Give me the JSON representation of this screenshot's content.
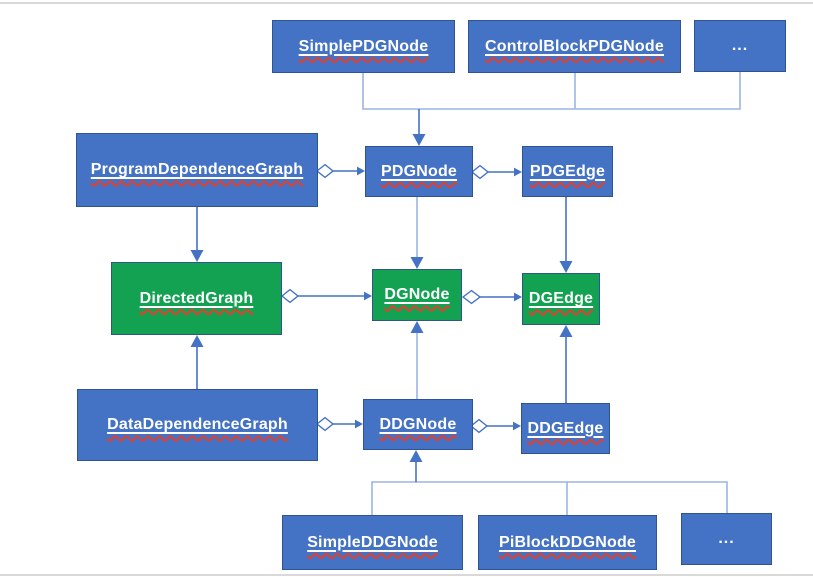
{
  "diagram": {
    "description": "Class diagram of dependence-graph classes",
    "colors": {
      "box_blue": "#4472C4",
      "box_green": "#13A152",
      "box_border": "#2F548F",
      "connector_blue": "#4472C4",
      "connector_light_blue": "#9DB4E2",
      "label_text": "#FFFFFF",
      "spellcheck_squiggle_red": "#E0402F",
      "page_edge_gray": "#D9D9D9"
    },
    "nodes": {
      "simple_pdg": {
        "label": "SimplePDGNode",
        "color": "blue"
      },
      "control_block_pdg": {
        "label": "ControlBlockPDGNode",
        "color": "blue"
      },
      "top_ellipsis": {
        "label": "...",
        "color": "blue"
      },
      "pdg_graph": {
        "label": "ProgramDependenceGraph",
        "color": "blue"
      },
      "pdg_node": {
        "label": "PDGNode",
        "color": "blue"
      },
      "pdg_edge": {
        "label": "PDGEdge",
        "color": "blue"
      },
      "directed_graph": {
        "label": "DirectedGraph",
        "color": "green"
      },
      "dg_node": {
        "label": "DGNode",
        "color": "green"
      },
      "dg_edge": {
        "label": "DGEdge",
        "color": "green"
      },
      "ddg_graph": {
        "label": "DataDependenceGraph",
        "color": "blue"
      },
      "ddg_node": {
        "label": "DDGNode",
        "color": "blue"
      },
      "ddg_edge": {
        "label": "DDGEdge",
        "color": "blue"
      },
      "simple_ddg": {
        "label": "SimpleDDGNode",
        "color": "blue"
      },
      "pi_block_ddg": {
        "label": "PiBlockDDGNode",
        "color": "blue"
      },
      "bottom_ellipsis": {
        "label": "...",
        "color": "blue"
      }
    },
    "edges": [
      {
        "from": "SimplePDGNode",
        "to": "PDGNode",
        "kind": "generalization-arrow"
      },
      {
        "from": "ControlBlockPDGNode",
        "to": "PDGNode",
        "kind": "generalization-arrow"
      },
      {
        "from": "... (top)",
        "to": "PDGNode",
        "kind": "generalization-arrow"
      },
      {
        "from": "ProgramDependenceGraph",
        "to": "PDGNode",
        "kind": "aggregation-diamond-arrow"
      },
      {
        "from": "PDGNode",
        "to": "PDGEdge",
        "kind": "aggregation-diamond-arrow"
      },
      {
        "from": "ProgramDependenceGraph",
        "to": "DirectedGraph",
        "kind": "arrow-down"
      },
      {
        "from": "PDGNode",
        "to": "DGNode",
        "kind": "arrow-down"
      },
      {
        "from": "PDGEdge",
        "to": "DGEdge",
        "kind": "arrow-down"
      },
      {
        "from": "DirectedGraph",
        "to": "DGNode",
        "kind": "aggregation-diamond-arrow"
      },
      {
        "from": "DGNode",
        "to": "DGEdge",
        "kind": "aggregation-diamond-arrow"
      },
      {
        "from": "DataDependenceGraph",
        "to": "DirectedGraph",
        "kind": "arrow-up"
      },
      {
        "from": "DDGNode",
        "to": "DGNode",
        "kind": "arrow-up"
      },
      {
        "from": "DDGEdge",
        "to": "DGEdge",
        "kind": "arrow-up"
      },
      {
        "from": "DataDependenceGraph",
        "to": "DDGNode",
        "kind": "aggregation-diamond-arrow"
      },
      {
        "from": "DDGNode",
        "to": "DDGEdge",
        "kind": "aggregation-diamond-arrow"
      },
      {
        "from": "SimpleDDGNode",
        "to": "DDGNode",
        "kind": "generalization-arrow"
      },
      {
        "from": "PiBlockDDGNode",
        "to": "DDGNode",
        "kind": "generalization-arrow"
      },
      {
        "from": "... (bottom)",
        "to": "DDGNode",
        "kind": "generalization-arrow"
      }
    ]
  }
}
